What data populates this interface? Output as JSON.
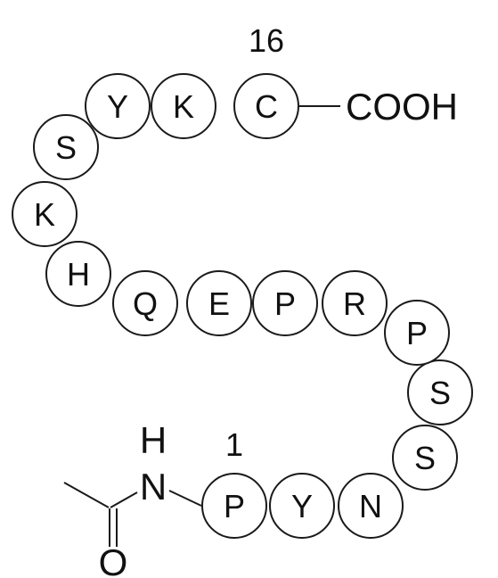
{
  "peptide": {
    "residues": [
      {
        "position": 1,
        "letter": "P"
      },
      {
        "position": 2,
        "letter": "Y"
      },
      {
        "position": 3,
        "letter": "N"
      },
      {
        "position": 4,
        "letter": "S"
      },
      {
        "position": 5,
        "letter": "S"
      },
      {
        "position": 6,
        "letter": "P"
      },
      {
        "position": 7,
        "letter": "R"
      },
      {
        "position": 8,
        "letter": "P"
      },
      {
        "position": 9,
        "letter": "E"
      },
      {
        "position": 10,
        "letter": "Q"
      },
      {
        "position": 11,
        "letter": "H"
      },
      {
        "position": 12,
        "letter": "K"
      },
      {
        "position": 13,
        "letter": "S"
      },
      {
        "position": 14,
        "letter": "Y"
      },
      {
        "position": 15,
        "letter": "K"
      },
      {
        "position": 16,
        "letter": "C"
      }
    ],
    "labels": {
      "start_number": "1",
      "end_number": "16",
      "c_terminus": "COOH",
      "nh_h": "H",
      "nh_n": "N",
      "carbonyl_o": "O"
    }
  }
}
